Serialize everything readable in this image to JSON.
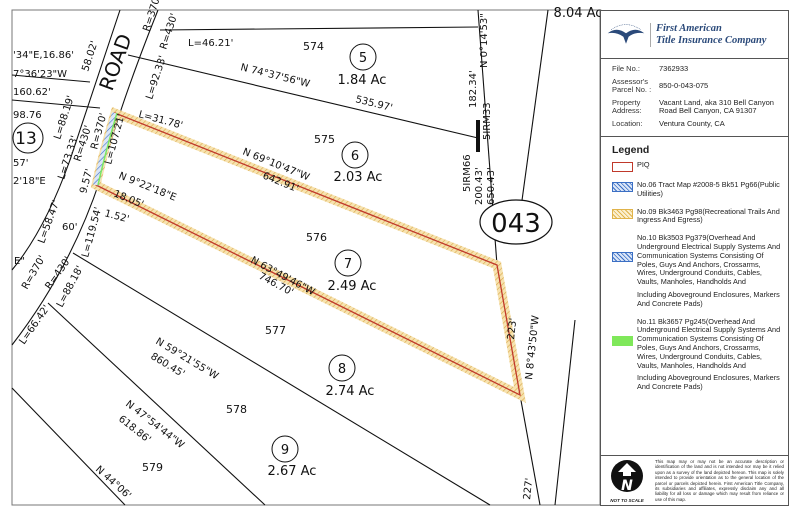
{
  "map": {
    "lots": [
      "574",
      "575",
      "576",
      "577",
      "578",
      "579"
    ],
    "parcels": [
      {
        "num": "5",
        "acres": "1.84 Ac"
      },
      {
        "num": "6",
        "acres": "2.03 Ac"
      },
      {
        "num": "7",
        "acres": "2.49 Ac"
      },
      {
        "num": "8",
        "acres": "2.74 Ac"
      },
      {
        "num": "9",
        "acres": "2.67 Ac"
      },
      {
        "num": "13",
        "acres": ""
      }
    ],
    "book_number": "043",
    "neighbor_acres": "8.04 Ac",
    "road_label": "ROAD",
    "bearings": {
      "b1": "N 74°37'56\"W",
      "d1": "535.97'",
      "b2": "N 69°10'47\"W",
      "d2": "642.91'",
      "b3": "N 63°49'46\"W",
      "d3": "746.70'",
      "b4": "N 59°21'55\"W",
      "d4": "860.45'",
      "b5": "N 47°54'44\"W",
      "d5": "618.86'",
      "b6": "N 44°06'",
      "b7": "N 0°14'53\"",
      "b8": "N 8°43'50\"W",
      "b9": "N 9°22'18\"E"
    },
    "dims": {
      "a": "182.34'",
      "b": "5IRM33",
      "c": "5IRM66",
      "d": "200.43'",
      "e": "650.43'",
      "f": "223'",
      "g": "227'",
      "h": "18.05'",
      "i": "1.52'",
      "j": "L=31.78'",
      "k": "L=92.33'",
      "l": "L=46.21'",
      "m": "R=430'",
      "n": "R=370'",
      "o": "58.02'",
      "p": "L=88.19'",
      "q": "R=430'",
      "r": "R=370'",
      "s": "L=107.21'",
      "t": "9.57'",
      "u": "L=119.54'",
      "v": "60'",
      "w": "L=73.33'",
      "x": "L=58.47'",
      "y": "R=370'",
      "z": "R=430'",
      "aa": "L=88.18'",
      "ab": "L=66.42'"
    },
    "left_edge": [
      "'34\"E,16.86'",
      "7°36'23\"W",
      "160.62'",
      "98.76",
      "57'",
      "2'18\"E",
      "E\""
    ]
  },
  "panel": {
    "company_line1": "First American",
    "company_line2": "Title Insurance Company",
    "file_no_label": "File No.:",
    "file_no": "7362933",
    "apn_label": "Assessor's Parcel No. :",
    "apn": "850-0-043-075",
    "address_label": "Property Address:",
    "address": "Vacant Land, aka 310 Bell Canyon Road Bell Canyon, CA 91307",
    "location_label": "Location:",
    "location": "Ventura County, CA",
    "legend_title": "Legend",
    "legend": [
      {
        "label": "PIQ",
        "color": "#c0392b"
      },
      {
        "label": "No.06 Tract Map #2008-5 Bk51 Pg66(Public Utilities)",
        "color": "#3b6fc4"
      },
      {
        "label": "No.09 Bk3463 Pg98(Recreational Trails And Ingress And Egress)",
        "color": "#e0b34a"
      },
      {
        "label": "No.10 Bk3503 Pg379(Overhead And Underground Electrical Supply Systems And Communication Systems Consisting Of Poles, Guys And Anchors, Crossarms, Wires, Underground Conduits, Cables, Vaults, Manholes, Handholds And",
        "label2": "Including Aboveground Enclosures, Markers And Concrete Pads)",
        "color": "#3b6fc4"
      },
      {
        "label": "No.11 Bk3657 Pg245(Overhead And Underground Electrical Supply Systems And Communication Systems Consisting Of Poles, Guys And Anchors, Crossarms, Wires, Underground Conduits, Cables, Vaults, Manholes, Handholds And",
        "label2": "Including Aboveground Enclosures, Markers And Concrete Pads)",
        "color": "#7fe85a"
      }
    ],
    "north": "N",
    "not_to_scale": "NOT TO SCALE",
    "disclaimer": "This map may or may not be an accurate description or identification of the land and is not intended nor may be it relied upon as a survey of the land depicted hereon. This map is solely intended to provide orientation as to the general location of the parcel or parcels depicted herein. First American Title Company, its subsidiaries and affiliates, expressly disclaim any and all liability for all loss or damage which may result from reliance or use of this map."
  }
}
